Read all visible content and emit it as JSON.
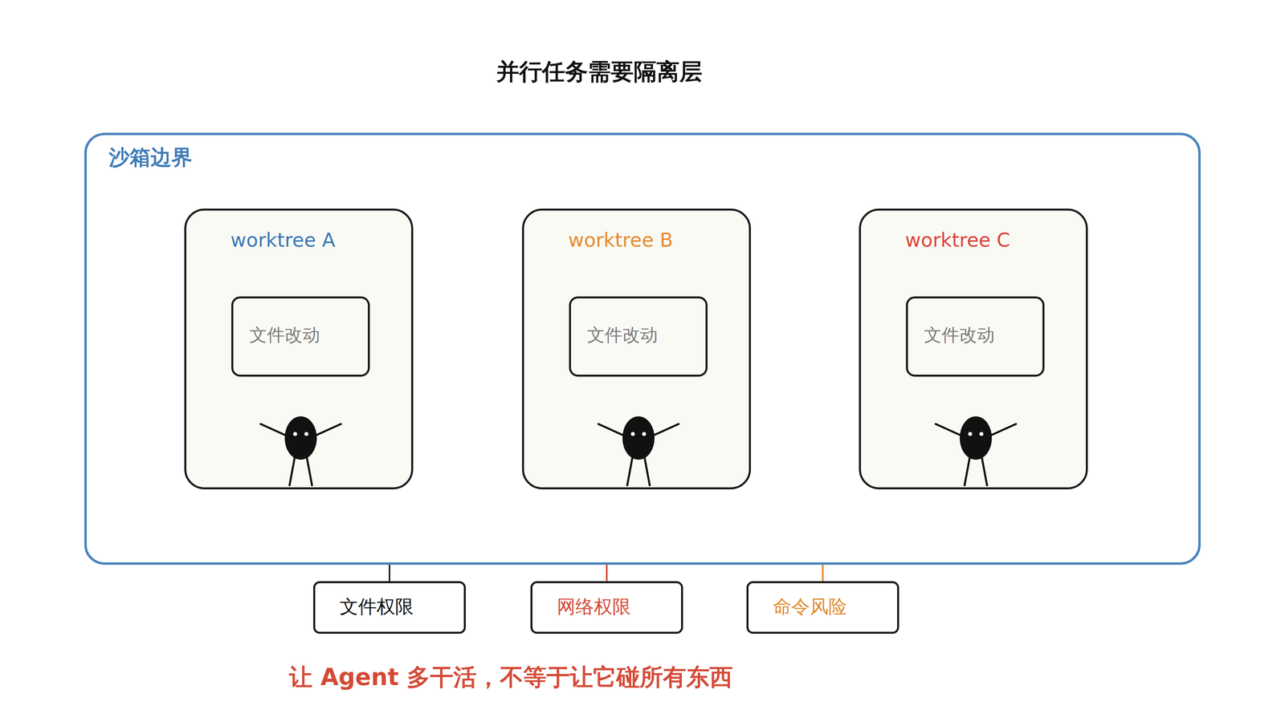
{
  "diagram": {
    "title": "并行任务需要隔离层",
    "caption": "让 Agent 多干活，不等于让它碰所有东西",
    "nodes": [
      {
        "text": [
          "沙箱边界"
        ]
      },
      {
        "text": [
          "worktree A"
        ],
        "in": 0
      },
      {
        "text": [
          "文件改动"
        ],
        "in": 1
      },
      {
        "text": [
          "worktree B"
        ],
        "in": 0
      },
      {
        "text": [
          "文件改动"
        ],
        "in": 3
      },
      {
        "text": [
          "worktree C"
        ],
        "in": 0
      },
      {
        "text": [
          "文件改动"
        ],
        "in": 5
      },
      {
        "text": [
          "文件权限"
        ]
      },
      {
        "text": [
          "网络权限"
        ]
      },
      {
        "text": [
          "命令风险"
        ]
      }
    ],
    "edges": [
      {
        "from": 0,
        "to": 7,
        "arrow": "none"
      },
      {
        "from": 0,
        "to": 8,
        "arrow": "none"
      },
      {
        "from": 0,
        "to": 9,
        "arrow": "none"
      }
    ]
  }
}
